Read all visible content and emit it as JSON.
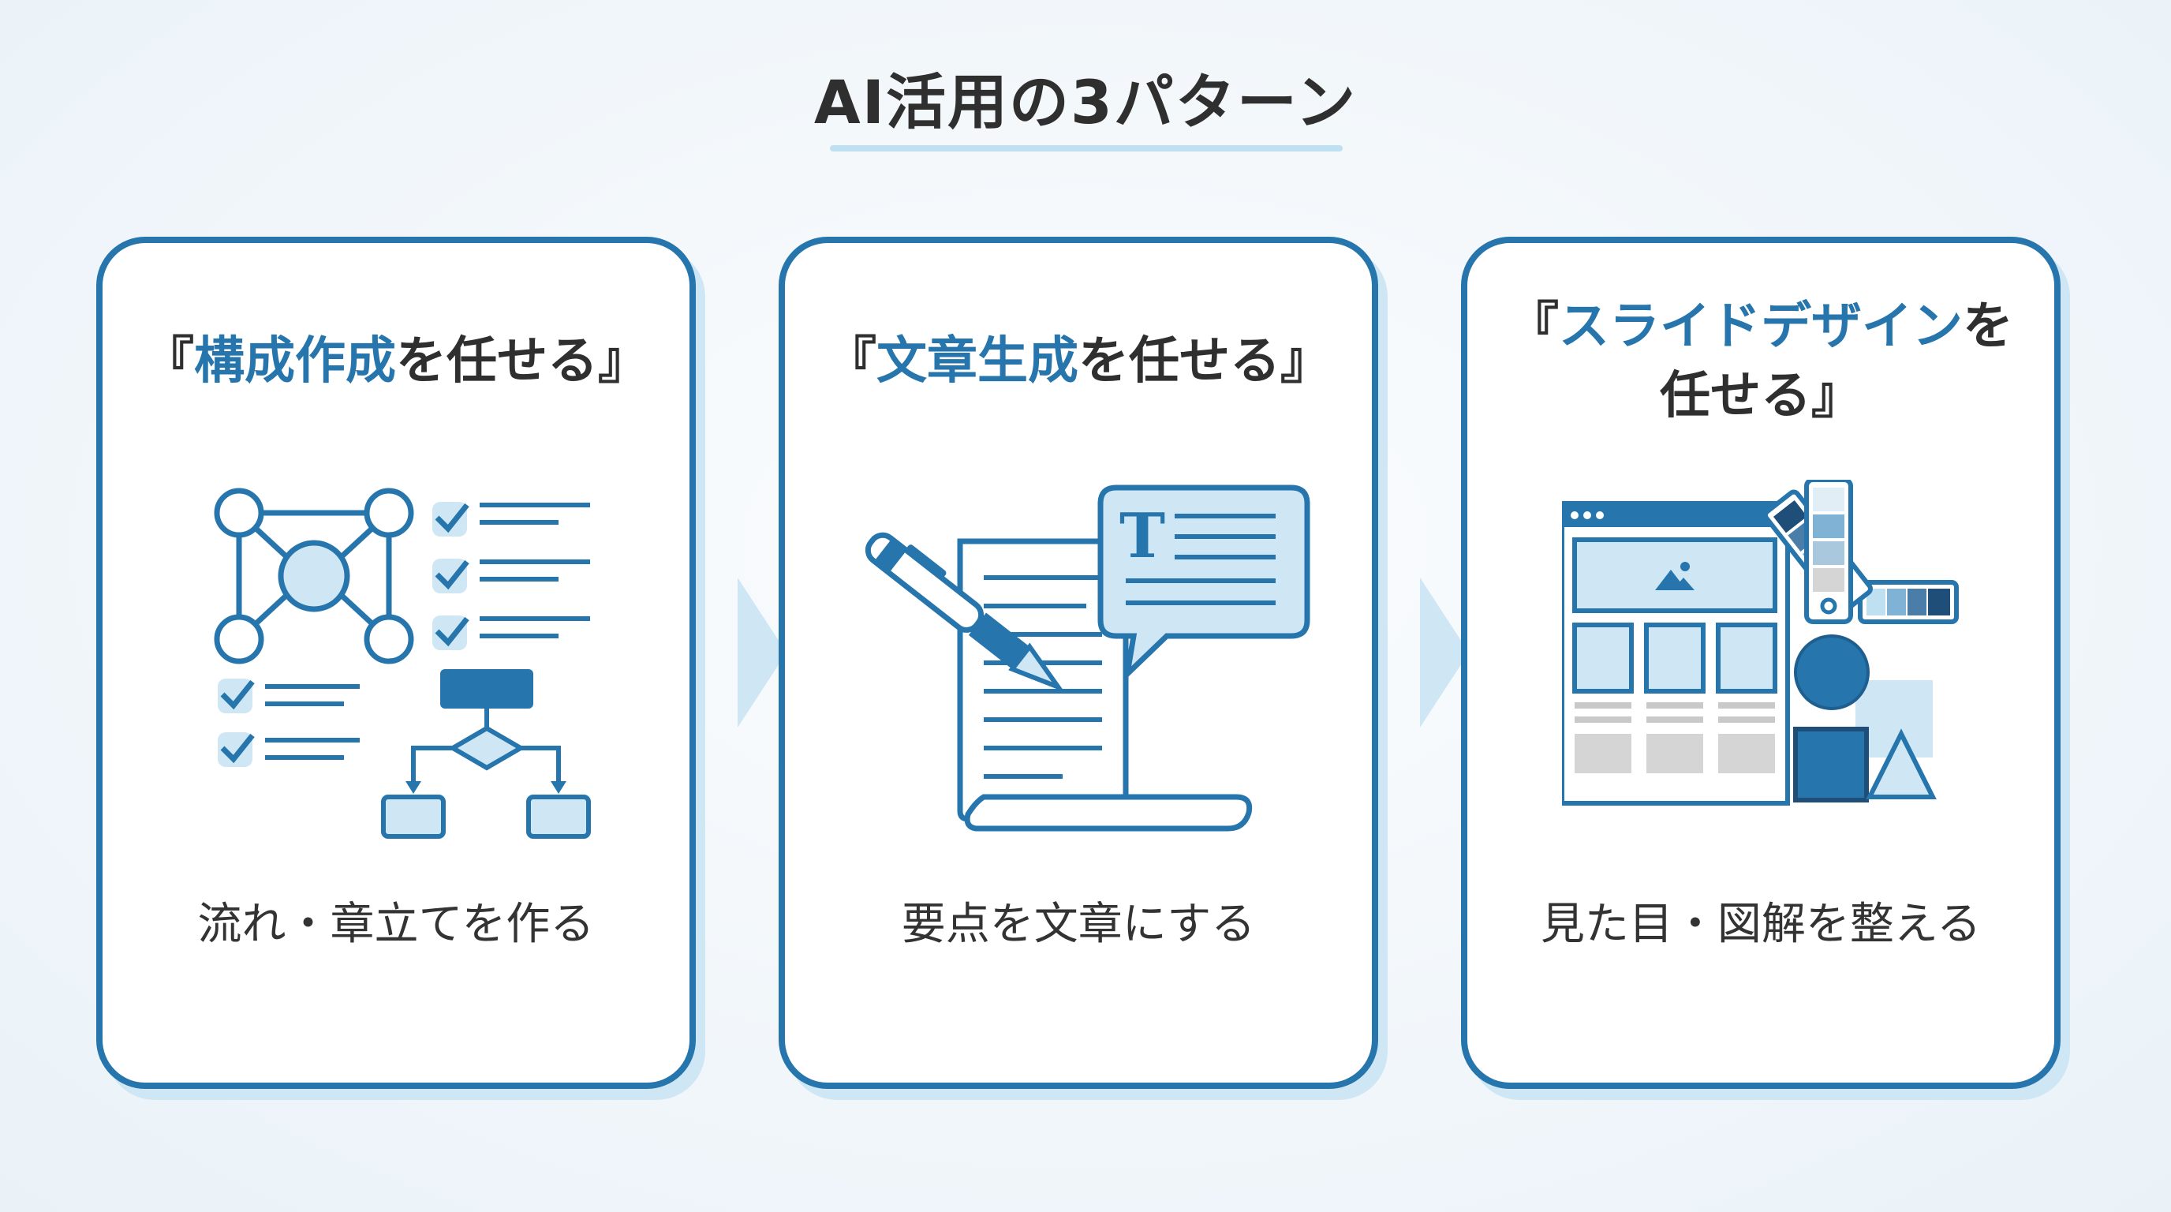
{
  "title": "AI活用の3パターン",
  "cards": [
    {
      "heading_open": "『",
      "heading_highlight": "構成作成",
      "heading_rest": "を任せる』",
      "caption": "流れ・章立てを作る",
      "icon": "structure-flowchart-icon"
    },
    {
      "heading_open": "『",
      "heading_highlight": "文章生成",
      "heading_rest": "を任せる』",
      "caption": "要点を文章にする",
      "icon": "pen-document-icon"
    },
    {
      "heading_open": "『",
      "heading_highlight": "スライドデザイン",
      "heading_rest": "を",
      "heading_line2": "任せる』",
      "caption": "見た目・図解を整える",
      "icon": "slide-design-icon"
    }
  ],
  "speech_bubble_letter": "T",
  "colors": {
    "accent": "#2676ad",
    "light_blue": "#bfe0f0",
    "arrow": "#cfe7f5",
    "text": "#2f2f2f"
  }
}
